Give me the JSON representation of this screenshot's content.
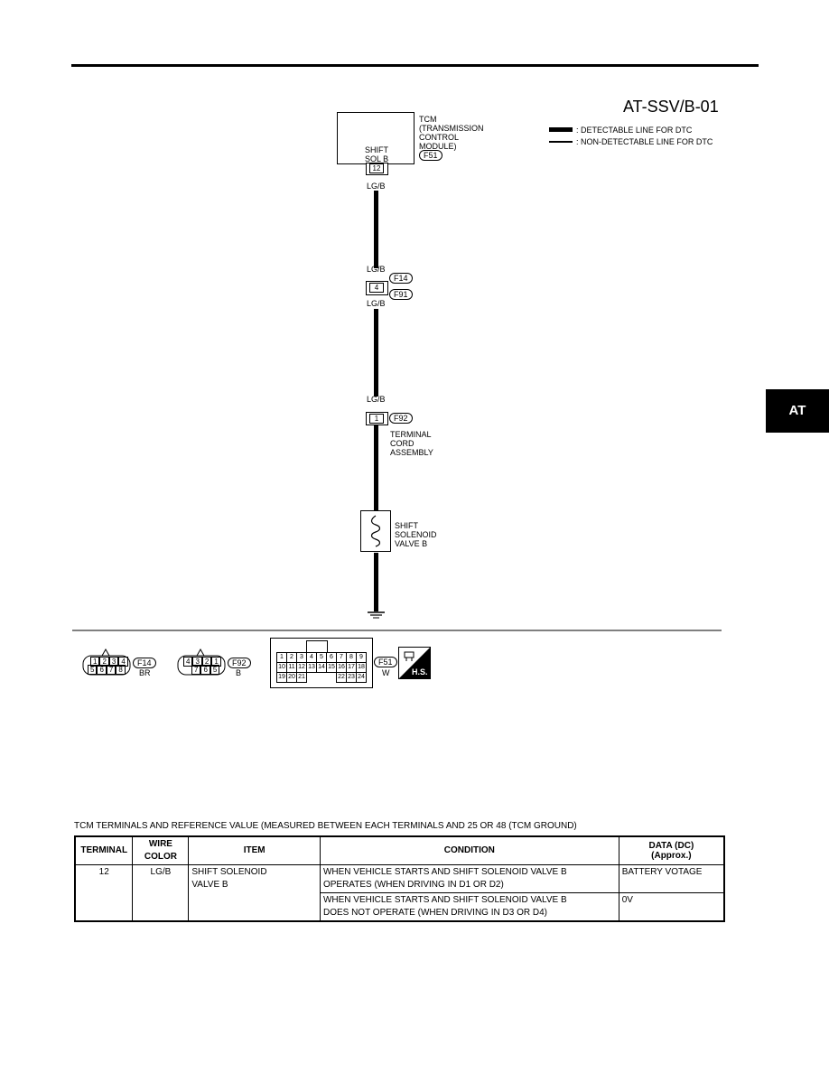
{
  "diagram_id": "AT-SSV/B-01",
  "legend": {
    "detectable": ": DETECTABLE LINE FOR DTC",
    "non_detectable": ": NON-DETECTABLE LINE FOR DTC"
  },
  "tcm": {
    "name_lines": [
      "TCM",
      "(TRANSMISSION",
      "CONTROL",
      "MODULE)"
    ],
    "connector": "F51",
    "pin_label_lines": [
      "SHIFT",
      "SOL B"
    ],
    "pin": "12"
  },
  "wire_color": "LG/B",
  "joint": {
    "top_connector": "F14",
    "bottom_connector": "F91",
    "pin": "4"
  },
  "terminal_cord": {
    "connector": "F92",
    "pin": "1",
    "label_lines": [
      "TERMINAL",
      "CORD",
      "ASSEMBLY"
    ]
  },
  "solenoid": {
    "label_lines": [
      "SHIFT",
      "SOLENOID",
      "VALVE B"
    ]
  },
  "side_tab": "AT",
  "connectors": {
    "f14": {
      "id": "F14",
      "color": "BR",
      "top": [
        "1",
        "2",
        "3",
        "4"
      ],
      "bottom": [
        "5",
        "6",
        "7",
        "8"
      ]
    },
    "f92": {
      "id": "F92",
      "color": "B",
      "top": [
        "4",
        "3",
        "2",
        "1"
      ],
      "bottom": [
        "7",
        "6",
        "5"
      ]
    },
    "f51": {
      "id": "F51",
      "color": "W",
      "row1": [
        "1",
        "2",
        "3",
        "4",
        "5",
        "6",
        "7",
        "8",
        "9"
      ],
      "row2": [
        "10",
        "11",
        "12",
        "13",
        "14",
        "15",
        "16",
        "17",
        "18"
      ],
      "row3_left": [
        "19",
        "20",
        "21"
      ],
      "row3_right": [
        "22",
        "23",
        "24"
      ]
    },
    "hs": "H.S."
  },
  "table": {
    "caption": "TCM TERMINALS AND REFERENCE VALUE (MEASURED BETWEEN EACH TERMINALS AND 25 OR 48 (TCM GROUND)",
    "headers": {
      "terminal": "TERMINAL",
      "wire_color": "WIRE COLOR",
      "item": "ITEM",
      "condition": "CONDITION",
      "data_1": "DATA (DC)",
      "data_2": "(Approx.)"
    },
    "row": {
      "terminal": "12",
      "wire_color": "LG/B",
      "item_1": "SHIFT SOLENOID",
      "item_2": "VALVE B",
      "cond1_1": "WHEN VEHICLE STARTS AND SHIFT SOLENOID VALVE B",
      "cond1_2": "OPERATES (WHEN DRIVING IN D1 OR D2)",
      "data1": "BATTERY VOTAGE",
      "cond2_1": "WHEN VEHICLE STARTS AND SHIFT SOLENOID VALVE B",
      "cond2_2": "DOES NOT OPERATE (WHEN DRIVING IN D3 OR D4)",
      "data2": "0V"
    }
  }
}
